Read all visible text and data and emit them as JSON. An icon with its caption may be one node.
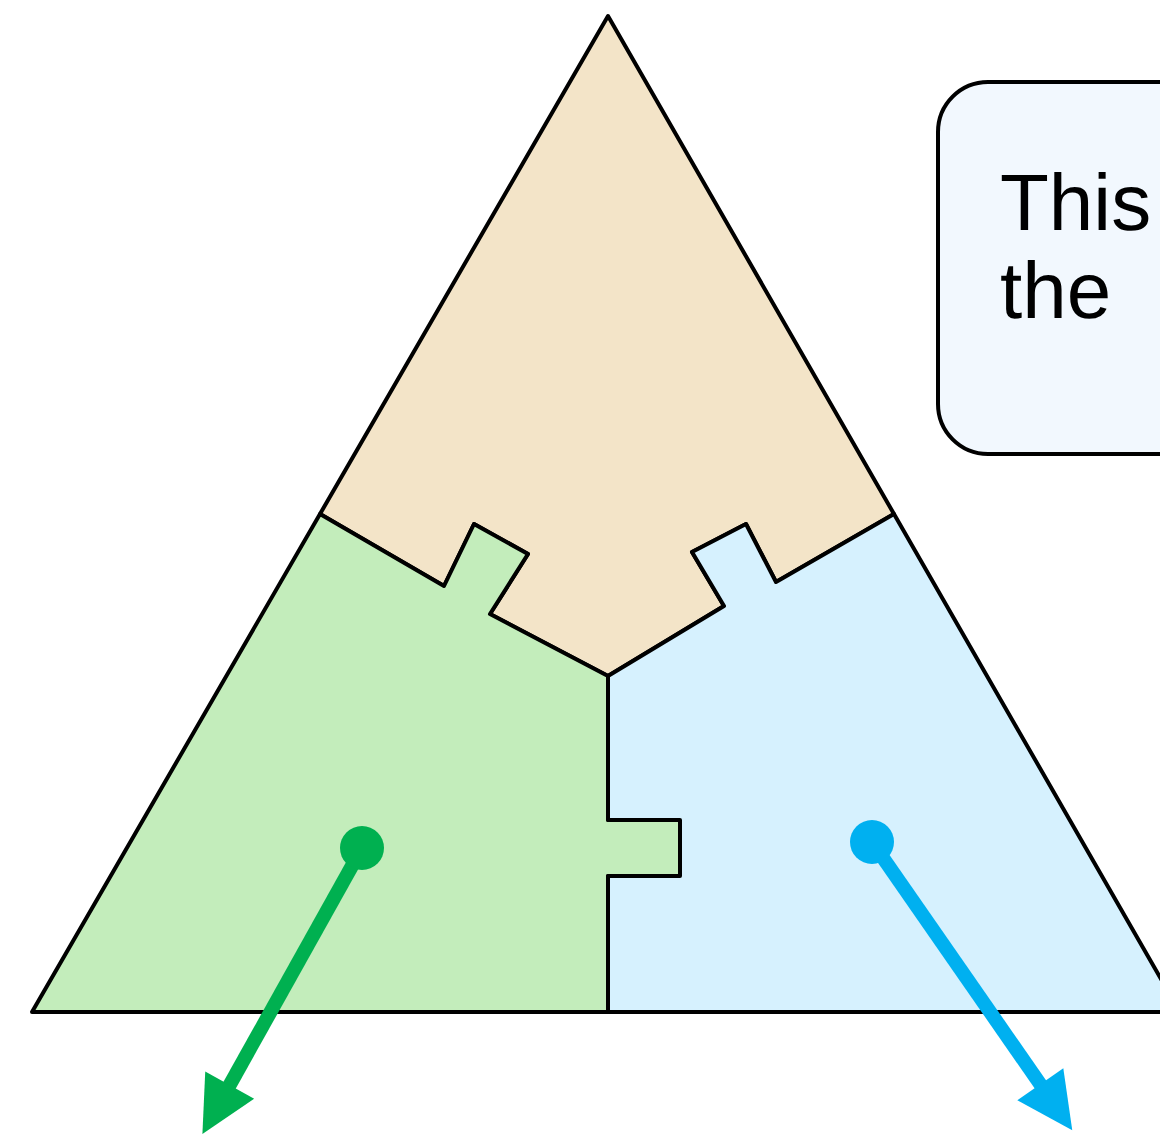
{
  "diagram": {
    "nodes": [
      {
        "text": [],
        "shape": "piece"
      },
      {
        "text": [],
        "shape": "piece"
      },
      {
        "text": [],
        "shape": "piece"
      },
      {
        "text": [
          "This the"
        ]
      }
    ],
    "edges": [
      {
        "from": 1,
        "to": null,
        "arrow": "to",
        "color": "#00b050"
      },
      {
        "from": 2,
        "to": null,
        "arrow": "to",
        "color": "#00b0f0"
      }
    ]
  }
}
